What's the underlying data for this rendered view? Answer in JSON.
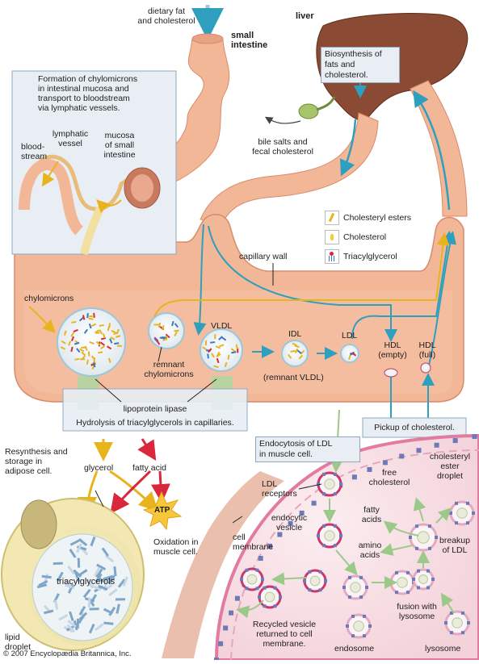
{
  "labels": {
    "dietary_fat": "dietary fat\nand cholesterol",
    "small_intestine": "small\nintestine",
    "liver": "liver",
    "biosynthesis": "Biosynthesis of\nfats and\ncholesterol.",
    "chylo_formation": "Formation of chylomicrons\nin intestinal mucosa and\ntransport to bloodstream\nvia lymphatic vessels.",
    "lymphatic_vessel": "lymphatic\nvessel",
    "mucosa": "mucosa\nof small\nintestine",
    "bloodstream": "blood-\nstream",
    "bile_salts": "bile salts and\nfecal cholesterol",
    "capillary_wall": "capillary wall",
    "chylomicrons": "chylomicrons",
    "remnant_chylomicrons": "remnant\nchylomicrons",
    "vldl": "VLDL",
    "idl": "IDL",
    "remnant_vldl": "(remnant VLDL)",
    "ldl": "LDL",
    "hdl_empty": "HDL\n(empty)",
    "hdl_full": "HDL\n(full)",
    "lipoprotein_lipase": "lipoprotein lipase",
    "hydrolysis": "Hydrolysis of triacylglycerols in capillaries.",
    "pickup": "Pickup of cholesterol.",
    "endocytosis": "Endocytosis of LDL\nin muscle cell.",
    "ldl_receptors": "LDL\nreceptors",
    "resynthesis": "Resynthesis and\nstorage in\nadipose cell.",
    "glycerol": "glycerol",
    "fatty_acid": "fatty acid",
    "atp": "ATP",
    "oxidation": "Oxidation in\nmuscle cell.",
    "triacylglycerols": "triacylglycerols",
    "lipid_droplet": "lipid\ndroplet",
    "cell_membrane": "cell\nmembrane",
    "endocytic_vesicle": "endocytic\nvesicle",
    "free_cholesterol": "free\ncholesterol",
    "cholesteryl_ester_droplet": "cholesteryl\nester\ndroplet",
    "fatty_acids": "fatty\nacids",
    "amino_acids": "amino\nacids",
    "breakup_ldl": "breakup\nof LDL",
    "recycled_vesicle": "Recycled vesicle\nreturned to cell\nmembrane.",
    "fusion_lysosome": "fusion with\nlysosome",
    "endosome": "endosome",
    "lysosome": "lysosome",
    "copyright": "© 2007 Encyclopædia Britannica, Inc."
  },
  "legend": [
    {
      "label": "Cholesteryl esters",
      "icon": "cholesteryl-ester-icon"
    },
    {
      "label": "Cholesterol",
      "icon": "cholesterol-icon"
    },
    {
      "label": "Triacylglycerol",
      "icon": "triacylglycerol-icon"
    }
  ],
  "colors": {
    "tissue": "#f2b796",
    "tissue_dark": "#d98a6c",
    "liver": "#8a4a33",
    "box_fill": "#e8eef4",
    "box_stroke": "#8ea8c0",
    "arrow_blue": "#2f9fbf",
    "arrow_yellow": "#e8b41e",
    "arrow_red": "#d9283c",
    "arrow_green": "#9cc98a",
    "membrane": "#c9386a"
  }
}
